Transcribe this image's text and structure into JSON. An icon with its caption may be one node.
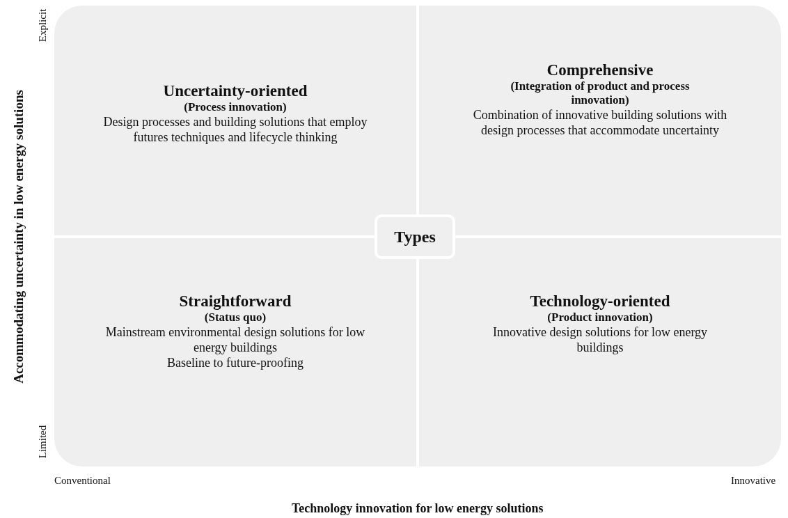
{
  "diagram": {
    "nodes": [
      {
        "text": [
          "Uncertainty-oriented",
          "(Process innovation)",
          "Design processes and building solutions that employ futures techniques and lifecycle thinking"
        ]
      },
      {
        "text": [
          "Comprehensive",
          "(Integration of product and process innovation)",
          "Combination of innovative building solutions with design processes that accommodate uncertainty"
        ]
      },
      {
        "text": [
          "Types"
        ]
      },
      {
        "text": [
          "Straightforward",
          "(Status quo)",
          "Mainstream environmental design solutions for low energy buildings",
          "Baseline to future-proofing"
        ]
      },
      {
        "text": [
          "Technology-oriented",
          "(Product innovation)",
          "Innovative design solutions for low energy buildings"
        ]
      }
    ],
    "labels": [
      "Explicit",
      "Accommodating uncertainty in low energy solutions",
      "Limited",
      "Conventional",
      "Innovative",
      "Technology innovation for low energy solutions"
    ]
  }
}
